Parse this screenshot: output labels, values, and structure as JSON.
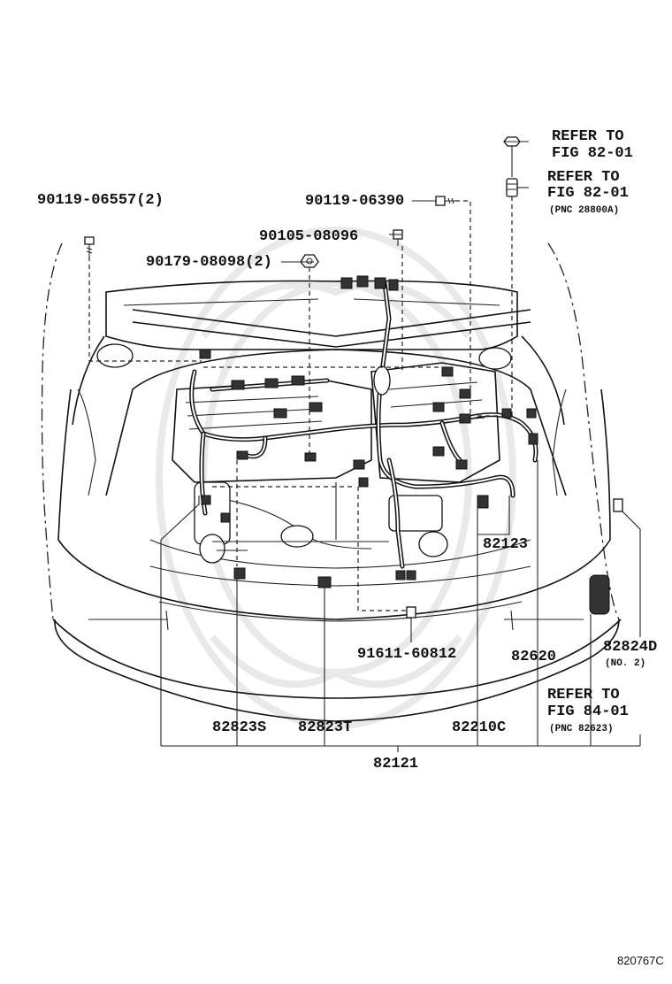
{
  "parts": {
    "p1": "90119-06557(2)",
    "p2": "90119-06390",
    "p3": "90105-08096",
    "p4": "90179-08098(2)",
    "p5": "82123",
    "p6": "91611-60812",
    "p7": "82620",
    "p8": "82824D",
    "p9": "82823S",
    "p10": "82823T",
    "p11": "82210C",
    "p12": "82121"
  },
  "notes": {
    "no2": "(NO. 2)",
    "refer1_a": "REFER TO",
    "refer1_b": "FIG 82-01",
    "refer2_a": "REFER TO",
    "refer2_b": "FIG 82-01",
    "refer2_c": "(PNC 28800A)",
    "refer3_a": "REFER TO",
    "refer3_b": "FIG 84-01",
    "refer3_c": "(PNC 82623)"
  },
  "illustration_id": "820767C"
}
